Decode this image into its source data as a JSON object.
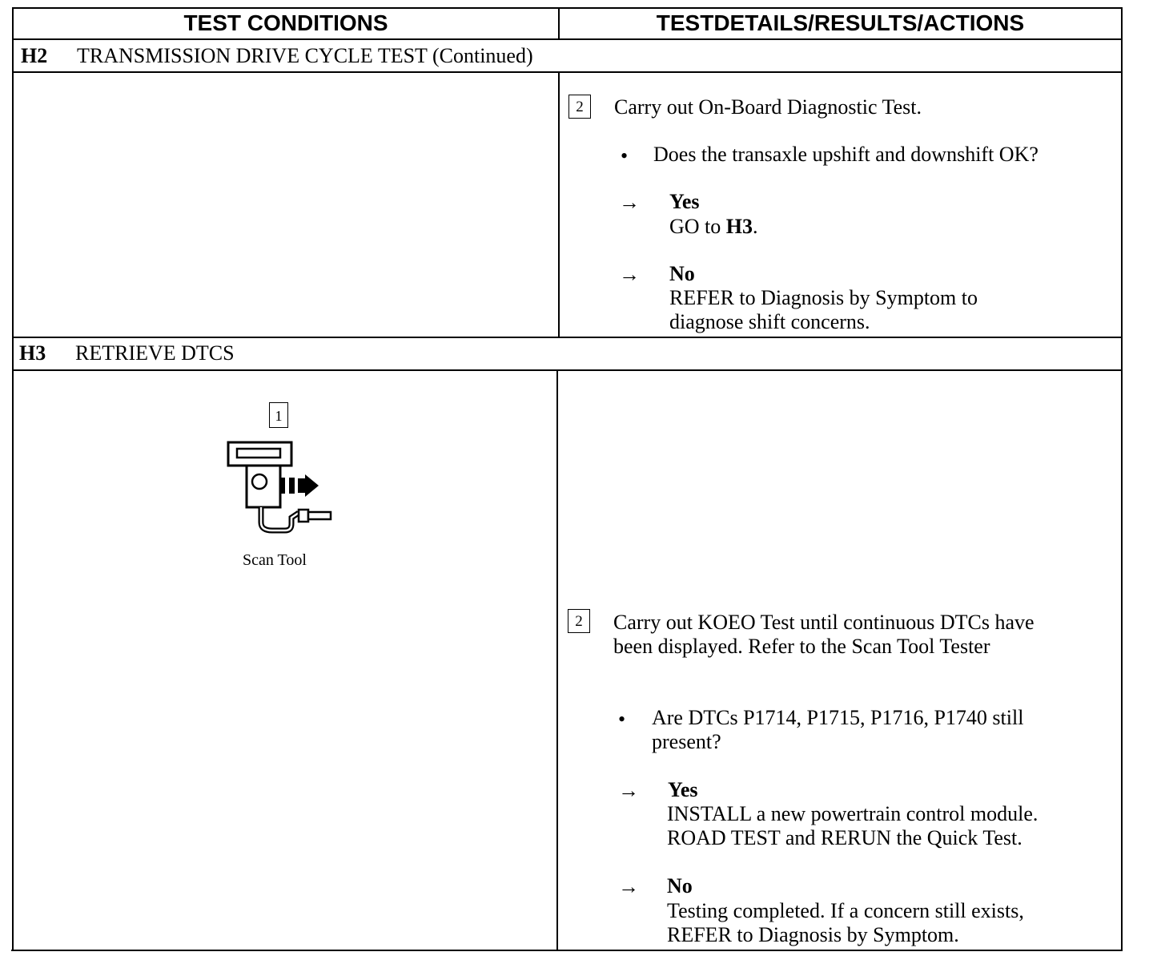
{
  "header": {
    "left": "TEST CONDITIONS",
    "right": "TESTDETAILS/RESULTS/ACTIONS"
  },
  "sections": [
    {
      "code": "H2",
      "title": "TRANSMISSION DRIVE CYCLE TEST (Continued)",
      "right": {
        "step": "2",
        "instruction": "Carry out On-Board Diagnostic Test.",
        "question": "Does the transaxle upshift and downshift OK?",
        "yes": {
          "label": "Yes",
          "line1_prefix": "GO to ",
          "line1_ref": "H3",
          "line1_suffix": "."
        },
        "no": {
          "label": "No",
          "line1": "REFER to Diagnosis by Symptom to",
          "line2": "diagnose shift concerns."
        }
      }
    },
    {
      "code": "H3",
      "title": "RETRIEVE DTCS",
      "left": {
        "step": "1",
        "tool_label": "Scan Tool"
      },
      "right": {
        "step": "2",
        "instruction_line1": "Carry out KOEO Test until continuous DTCs have",
        "instruction_line2": "been displayed. Refer to the Scan Tool Tester",
        "question_line1": "Are DTCs P1714, P1715, P1716, P1740 still",
        "question_line2": "present?",
        "yes": {
          "label": "Yes",
          "line1": "INSTALL a new powertrain control module.",
          "line2": "ROAD TEST and RERUN the Quick Test."
        },
        "no": {
          "label": "No",
          "line1": "Testing completed. If a concern still exists,",
          "line2": "REFER to Diagnosis by Symptom."
        }
      }
    }
  ],
  "glyphs": {
    "bullet": "•",
    "arrow": "→"
  }
}
